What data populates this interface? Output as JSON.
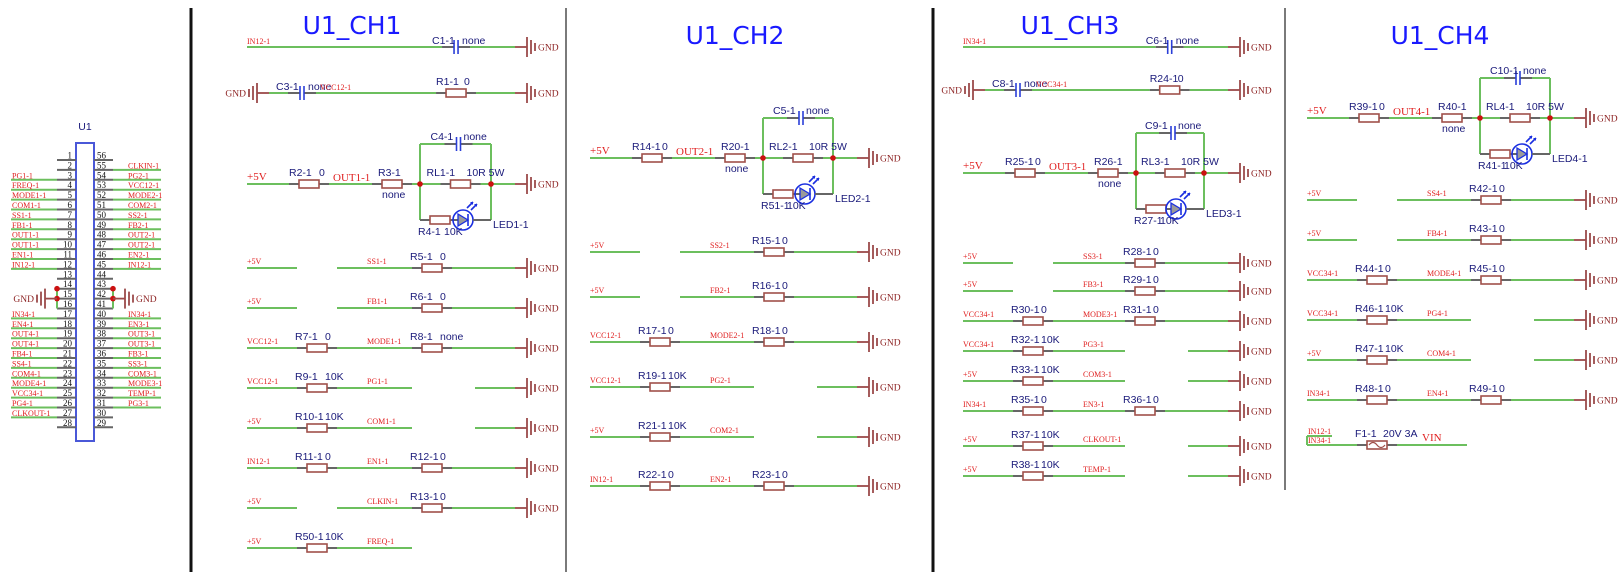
{
  "ic": {
    "ref": "U1",
    "left_pins": [
      {
        "num": "1",
        "net": ""
      },
      {
        "num": "2",
        "net": ""
      },
      {
        "num": "3",
        "net": "PG1-1"
      },
      {
        "num": "4",
        "net": "FREQ-1"
      },
      {
        "num": "5",
        "net": "MODE1-1"
      },
      {
        "num": "6",
        "net": "COM1-1"
      },
      {
        "num": "7",
        "net": "SS1-1"
      },
      {
        "num": "8",
        "net": "FB1-1"
      },
      {
        "num": "9",
        "net": "OUT1-1"
      },
      {
        "num": "10",
        "net": "OUT1-1"
      },
      {
        "num": "11",
        "net": "EN1-1"
      },
      {
        "num": "12",
        "net": "IN12-1"
      },
      {
        "num": "13",
        "net": ""
      },
      {
        "num": "14",
        "net": "GND"
      },
      {
        "num": "15",
        "net": "GND"
      },
      {
        "num": "16",
        "net": "GND"
      },
      {
        "num": "17",
        "net": "IN34-1"
      },
      {
        "num": "18",
        "net": "EN4-1"
      },
      {
        "num": "19",
        "net": "OUT4-1"
      },
      {
        "num": "20",
        "net": "OUT4-1"
      },
      {
        "num": "21",
        "net": "FB4-1"
      },
      {
        "num": "22",
        "net": "SS4-1"
      },
      {
        "num": "23",
        "net": "COM4-1"
      },
      {
        "num": "24",
        "net": "MODE4-1"
      },
      {
        "num": "25",
        "net": "VCC34-1"
      },
      {
        "num": "26",
        "net": "PG4-1"
      },
      {
        "num": "27",
        "net": "CLKOUT-1"
      },
      {
        "num": "28",
        "net": ""
      }
    ],
    "right_pins": [
      {
        "num": "56",
        "net": ""
      },
      {
        "num": "55",
        "net": "CLKIN-1"
      },
      {
        "num": "54",
        "net": "PG2-1"
      },
      {
        "num": "53",
        "net": "VCC12-1"
      },
      {
        "num": "52",
        "net": "MODE2-1"
      },
      {
        "num": "51",
        "net": "COM2-1"
      },
      {
        "num": "50",
        "net": "SS2-1"
      },
      {
        "num": "49",
        "net": "FB2-1"
      },
      {
        "num": "48",
        "net": "OUT2-1"
      },
      {
        "num": "47",
        "net": "OUT2-1"
      },
      {
        "num": "46",
        "net": "EN2-1"
      },
      {
        "num": "45",
        "net": "IN12-1"
      },
      {
        "num": "44",
        "net": ""
      },
      {
        "num": "43",
        "net": "GND"
      },
      {
        "num": "42",
        "net": "GND"
      },
      {
        "num": "41",
        "net": "GND"
      },
      {
        "num": "40",
        "net": "IN34-1"
      },
      {
        "num": "39",
        "net": "EN3-1"
      },
      {
        "num": "38",
        "net": "OUT3-1"
      },
      {
        "num": "37",
        "net": "OUT3-1"
      },
      {
        "num": "36",
        "net": "FB3-1"
      },
      {
        "num": "35",
        "net": "SS3-1"
      },
      {
        "num": "34",
        "net": "COM3-1"
      },
      {
        "num": "33",
        "net": "MODE3-1"
      },
      {
        "num": "32",
        "net": "TEMP-1"
      },
      {
        "num": "31",
        "net": "PG3-1"
      },
      {
        "num": "30",
        "net": ""
      },
      {
        "num": "29",
        "net": ""
      }
    ],
    "gnd_label": "GND"
  },
  "gnd_label": "GND",
  "channels": [
    {
      "title": "U1_CH1",
      "input_cap": {
        "net": "IN12-1",
        "ref": "C1-1",
        "value": "none"
      },
      "vcc_row": {
        "cap_ref": "C3-1",
        "cap_value": "none",
        "net": "VCC12-1",
        "res_ref": "R1-1",
        "res_value": "0"
      },
      "load": {
        "src": "+5V",
        "r_ref": "R2-1",
        "r_value": "0",
        "out": "OUT1-1",
        "rs_ref": "R3-1",
        "rs_value": "none",
        "c_ref": "C4-1",
        "c_value": "none",
        "rl_ref": "RL1-1",
        "rl_value": "10R 5W",
        "rled_ref": "R4-1",
        "rled_value": "10K",
        "led_ref": "LED1-1"
      },
      "rows": [
        {
          "src": "+5V",
          "r1": null,
          "net": "SS1-1",
          "r2": {
            "ref": "R5-1",
            "value": "0"
          },
          "gnd": true
        },
        {
          "src": "+5V",
          "r1": null,
          "net": "FB1-1",
          "r2": {
            "ref": "R6-1",
            "value": "0"
          },
          "gnd": true
        },
        {
          "src": "VCC12-1",
          "r1": {
            "ref": "R7-1",
            "value": "0"
          },
          "net": "MODE1-1",
          "r2": {
            "ref": "R8-1",
            "value": "none"
          },
          "gnd": true
        },
        {
          "src": "VCC12-1",
          "r1": {
            "ref": "R9-1",
            "value": "10K"
          },
          "net": "PG1-1",
          "r2": null,
          "gnd": true
        },
        {
          "src": "+5V",
          "r1": {
            "ref": "R10-1",
            "value": "10K"
          },
          "net": "COM1-1",
          "r2": null,
          "gnd": true
        },
        {
          "src": "IN12-1",
          "r1": {
            "ref": "R11-1",
            "value": "0"
          },
          "net": "EN1-1",
          "r2": {
            "ref": "R12-1",
            "value": "0"
          },
          "gnd": true
        },
        {
          "src": "+5V",
          "r1": null,
          "net": "CLKIN-1",
          "r2": {
            "ref": "R13-1",
            "value": "0"
          },
          "gnd": true
        },
        {
          "src": "+5V",
          "r1": {
            "ref": "R50-1",
            "value": "10K"
          },
          "net": "FREQ-1",
          "r2": null,
          "gnd": false
        }
      ]
    },
    {
      "title": "U1_CH2",
      "load": {
        "src": "+5V",
        "r_ref": "R14-1",
        "r_value": "0",
        "out": "OUT2-1",
        "rs_ref": "R20-1",
        "rs_value": "none",
        "c_ref": "C5-1",
        "c_value": "none",
        "rl_ref": "RL2-1",
        "rl_value": "10R 5W",
        "rled_ref": "R51-1",
        "rled_value": "10K",
        "led_ref": "LED2-1"
      },
      "rows": [
        {
          "src": "+5V",
          "r1": null,
          "net": "SS2-1",
          "r2": {
            "ref": "R15-1",
            "value": "0"
          },
          "gnd": true
        },
        {
          "src": "+5V",
          "r1": null,
          "net": "FB2-1",
          "r2": {
            "ref": "R16-1",
            "value": "0"
          },
          "gnd": true
        },
        {
          "src": "VCC12-1",
          "r1": {
            "ref": "R17-1",
            "value": "0"
          },
          "net": "MODE2-1",
          "r2": {
            "ref": "R18-1",
            "value": "0"
          },
          "gnd": true
        },
        {
          "src": "VCC12-1",
          "r1": {
            "ref": "R19-1",
            "value": "10K"
          },
          "net": "PG2-1",
          "r2": null,
          "gnd": true
        },
        {
          "src": "+5V",
          "r1": {
            "ref": "R21-1",
            "value": "10K"
          },
          "net": "COM2-1",
          "r2": null,
          "gnd": true
        },
        {
          "src": "IN12-1",
          "r1": {
            "ref": "R22-1",
            "value": "0"
          },
          "net": "EN2-1",
          "r2": {
            "ref": "R23-1",
            "value": "0"
          },
          "gnd": true
        }
      ]
    },
    {
      "title": "U1_CH3",
      "input_cap": {
        "net": "IN34-1",
        "ref": "C6-1",
        "value": "none"
      },
      "vcc_row": {
        "cap_ref": "C8-1",
        "cap_value": "none",
        "net": "VCC34-1",
        "res_ref": "R24-1",
        "res_value": "0"
      },
      "load": {
        "src": "+5V",
        "r_ref": "R25-1",
        "r_value": "0",
        "out": "OUT3-1",
        "rs_ref": "R26-1",
        "rs_value": "none",
        "c_ref": "C9-1",
        "c_value": "none",
        "rl_ref": "RL3-1",
        "rl_value": "10R 5W",
        "rled_ref": "R27-1",
        "rled_value": "10K",
        "led_ref": "LED3-1"
      },
      "rows": [
        {
          "src": "+5V",
          "r1": null,
          "net": "SS3-1",
          "r2": {
            "ref": "R28-1",
            "value": "0"
          },
          "gnd": true
        },
        {
          "src": "+5V",
          "r1": null,
          "net": "FB3-1",
          "r2": {
            "ref": "R29-1",
            "value": "0"
          },
          "gnd": true
        },
        {
          "src": "VCC34-1",
          "r1": {
            "ref": "R30-1",
            "value": "0"
          },
          "net": "MODE3-1",
          "r2": {
            "ref": "R31-1",
            "value": "0"
          },
          "gnd": true
        },
        {
          "src": "VCC34-1",
          "r1": {
            "ref": "R32-1",
            "value": "10K"
          },
          "net": "PG3-1",
          "r2": null,
          "gnd": true
        },
        {
          "src": "+5V",
          "r1": {
            "ref": "R33-1",
            "value": "10K"
          },
          "net": "COM3-1",
          "r2": null,
          "gnd": true
        },
        {
          "src": "IN34-1",
          "r1": {
            "ref": "R35-1",
            "value": "0"
          },
          "net": "EN3-1",
          "r2": {
            "ref": "R36-1",
            "value": "0"
          },
          "gnd": true
        },
        {
          "src": "+5V",
          "r1": {
            "ref": "R37-1",
            "value": "10K"
          },
          "net": "CLKOUT-1",
          "r2": null,
          "gnd": true
        },
        {
          "src": "+5V",
          "r1": {
            "ref": "R38-1",
            "value": "10K"
          },
          "net": "TEMP-1",
          "r2": null,
          "gnd": true
        }
      ]
    },
    {
      "title": "U1_CH4",
      "load": {
        "src": "+5V",
        "r_ref": "R39-1",
        "r_value": "0",
        "out": "OUT4-1",
        "rs_ref": "R40-1",
        "rs_value": "none",
        "c_ref": "C10-1",
        "c_value": "none",
        "rl_ref": "RL4-1",
        "rl_value": "10R 5W",
        "rled_ref": "R41-1",
        "rled_value": "10K",
        "led_ref": "LED4-1"
      },
      "rows": [
        {
          "src": "+5V",
          "r1": null,
          "net": "SS4-1",
          "r2": {
            "ref": "R42-1",
            "value": "0"
          },
          "gnd": true
        },
        {
          "src": "+5V",
          "r1": null,
          "net": "FB4-1",
          "r2": {
            "ref": "R43-1",
            "value": "0"
          },
          "gnd": true
        },
        {
          "src": "VCC34-1",
          "r1": {
            "ref": "R44-1",
            "value": "0"
          },
          "net": "MODE4-1",
          "r2": {
            "ref": "R45-1",
            "value": "0"
          },
          "gnd": true
        },
        {
          "src": "VCC34-1",
          "r1": {
            "ref": "R46-1",
            "value": "10K"
          },
          "net": "PG4-1",
          "r2": null,
          "gnd": true
        },
        {
          "src": "+5V",
          "r1": {
            "ref": "R47-1",
            "value": "10K"
          },
          "net": "COM4-1",
          "r2": null,
          "gnd": true
        },
        {
          "src": "IN34-1",
          "r1": {
            "ref": "R48-1",
            "value": "0"
          },
          "net": "EN4-1",
          "r2": {
            "ref": "R49-1",
            "value": "0"
          },
          "gnd": true
        }
      ],
      "fuse": {
        "in_a": "IN12-1",
        "in_b": "IN34-1",
        "ref": "F1-1",
        "value": "20V 3A",
        "out": "VIN"
      }
    }
  ]
}
